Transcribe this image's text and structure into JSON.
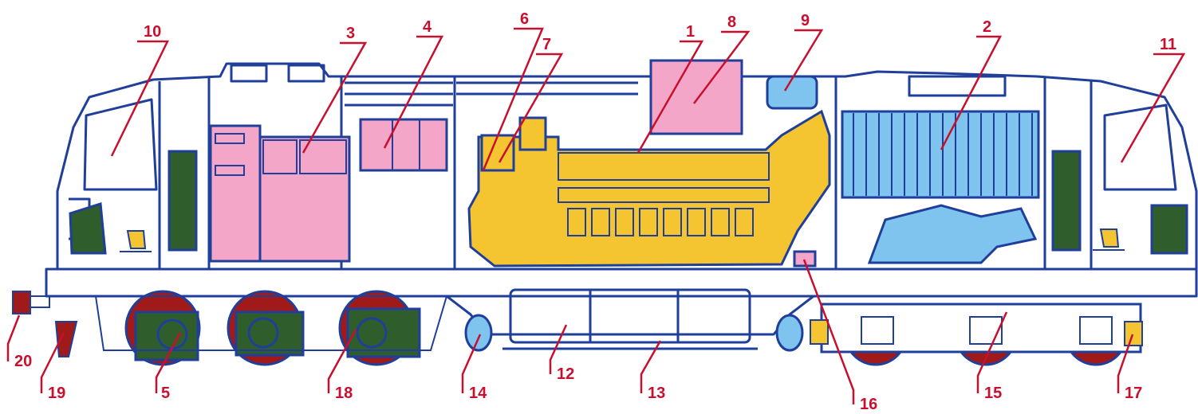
{
  "colors": {
    "outline": "#1f3f9a",
    "engine": "#f5c431",
    "electrical": "#f4a6c9",
    "cooling": "#7ec4ef",
    "cab_equipment": "#2f5d2b",
    "wheel": "#a11a1a",
    "buffer": "#a11a1a",
    "sandbox": "#f5c431",
    "callout": "#c8102e"
  },
  "callouts": [
    {
      "id": "1",
      "text": "1"
    },
    {
      "id": "2",
      "text": "2"
    },
    {
      "id": "3",
      "text": "3"
    },
    {
      "id": "4",
      "text": "4"
    },
    {
      "id": "5",
      "text": "5"
    },
    {
      "id": "6",
      "text": "6"
    },
    {
      "id": "7",
      "text": "7"
    },
    {
      "id": "8",
      "text": "8"
    },
    {
      "id": "9",
      "text": "9"
    },
    {
      "id": "10",
      "text": "10"
    },
    {
      "id": "11",
      "text": "11"
    },
    {
      "id": "12",
      "text": "12"
    },
    {
      "id": "13",
      "text": "13"
    },
    {
      "id": "14",
      "text": "14"
    },
    {
      "id": "15",
      "text": "15"
    },
    {
      "id": "16",
      "text": "16"
    },
    {
      "id": "17",
      "text": "17"
    },
    {
      "id": "18",
      "text": "18"
    },
    {
      "id": "19",
      "text": "19"
    },
    {
      "id": "20",
      "text": "20"
    }
  ]
}
